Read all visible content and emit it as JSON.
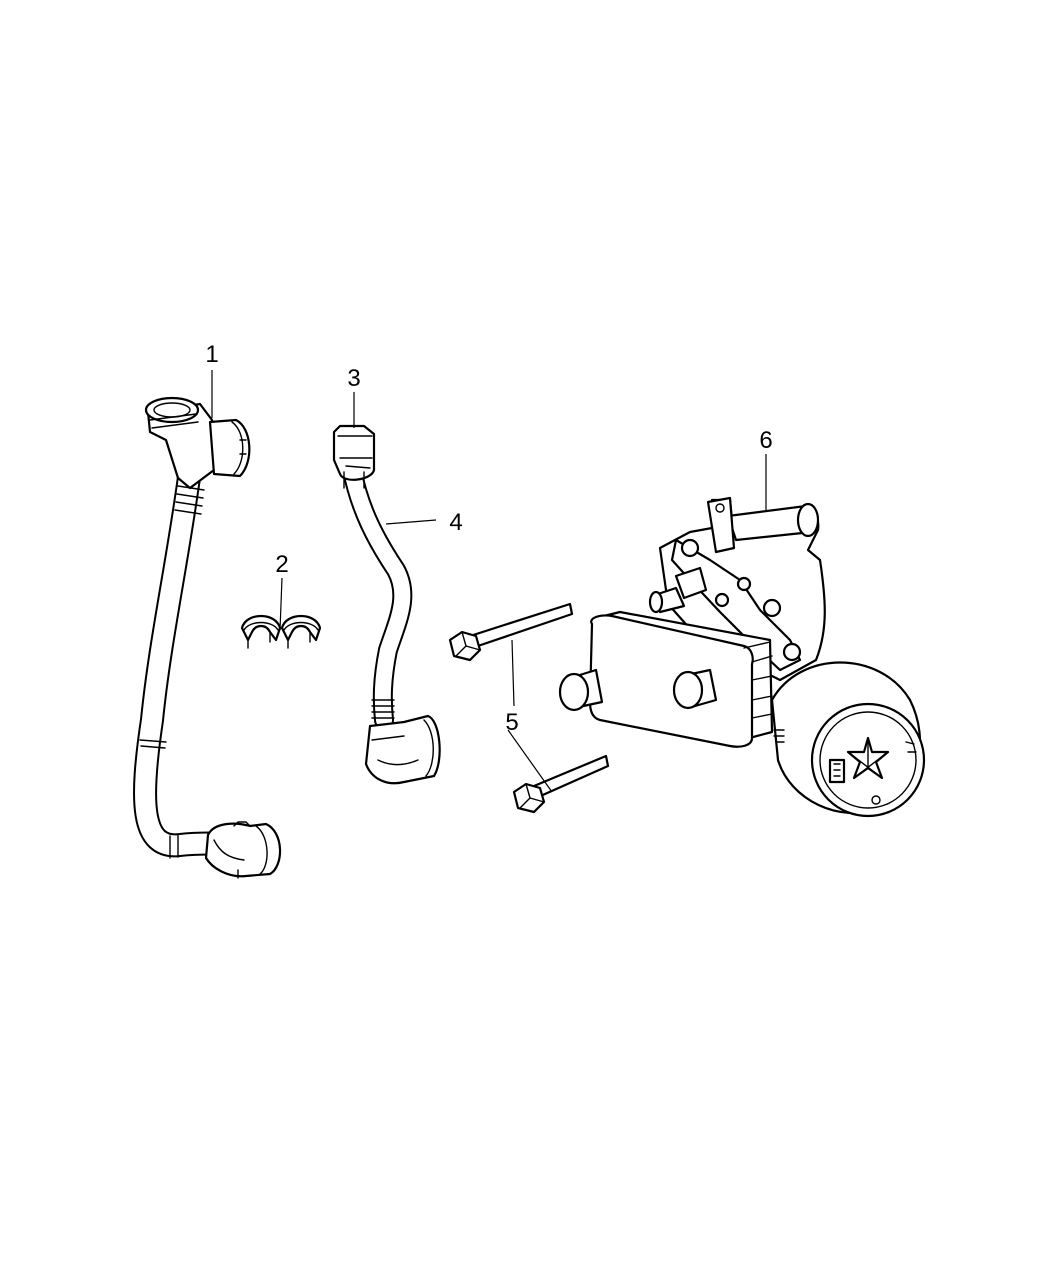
{
  "callouts": [
    {
      "number": "1",
      "part": "hose-assembly"
    },
    {
      "number": "2",
      "part": "hose-clips"
    },
    {
      "number": "3",
      "part": "tube-connector"
    },
    {
      "number": "4",
      "part": "hose"
    },
    {
      "number": "5",
      "part": "bolts"
    },
    {
      "number": "6",
      "part": "oil-cooler-filter-housing"
    }
  ],
  "colors": {
    "line": "#000000",
    "background": "#ffffff"
  }
}
